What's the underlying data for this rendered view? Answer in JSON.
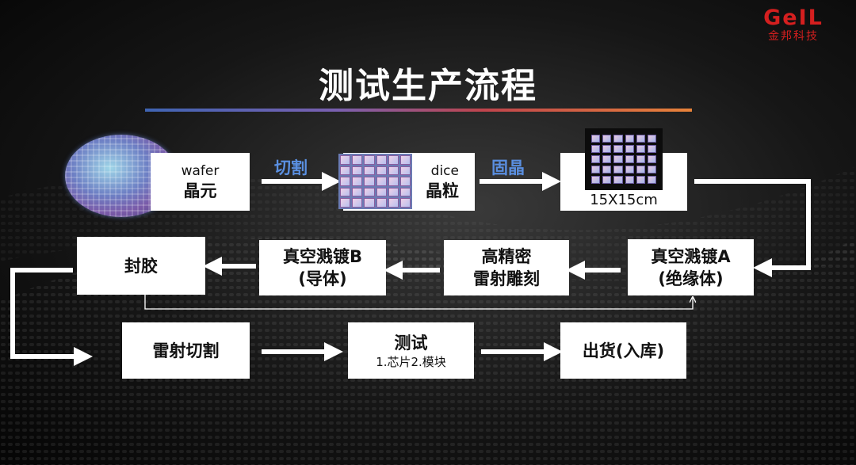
{
  "title": "测试生产流程",
  "logo": {
    "mark": "GeIL",
    "sub": "金邦科技"
  },
  "row1": {
    "wafer": {
      "en": "wafer",
      "zh": "晶元"
    },
    "cut_label": "切割",
    "dice": {
      "en": "dice",
      "zh": "晶粒"
    },
    "bond_label": "固晶",
    "package": {
      "size": "15X15cm"
    }
  },
  "row2": {
    "vac_a": {
      "line1": "真空溅镀A",
      "line2": "(绝缘体)"
    },
    "laser_engrave": {
      "line1": "高精密",
      "line2": "雷射雕刻"
    },
    "vac_b": {
      "line1": "真空溅镀B",
      "line2": "(导体)"
    },
    "encap": {
      "label": "封胶"
    }
  },
  "row3": {
    "laser_cut": {
      "label": "雷射切割"
    },
    "test": {
      "line1": "测试",
      "line2": "1.芯片2.模块"
    },
    "ship": {
      "label": "出货(入库)"
    }
  },
  "colors": {
    "accent_blue": "#5a8fe0",
    "logo_red": "#d41f1f"
  }
}
